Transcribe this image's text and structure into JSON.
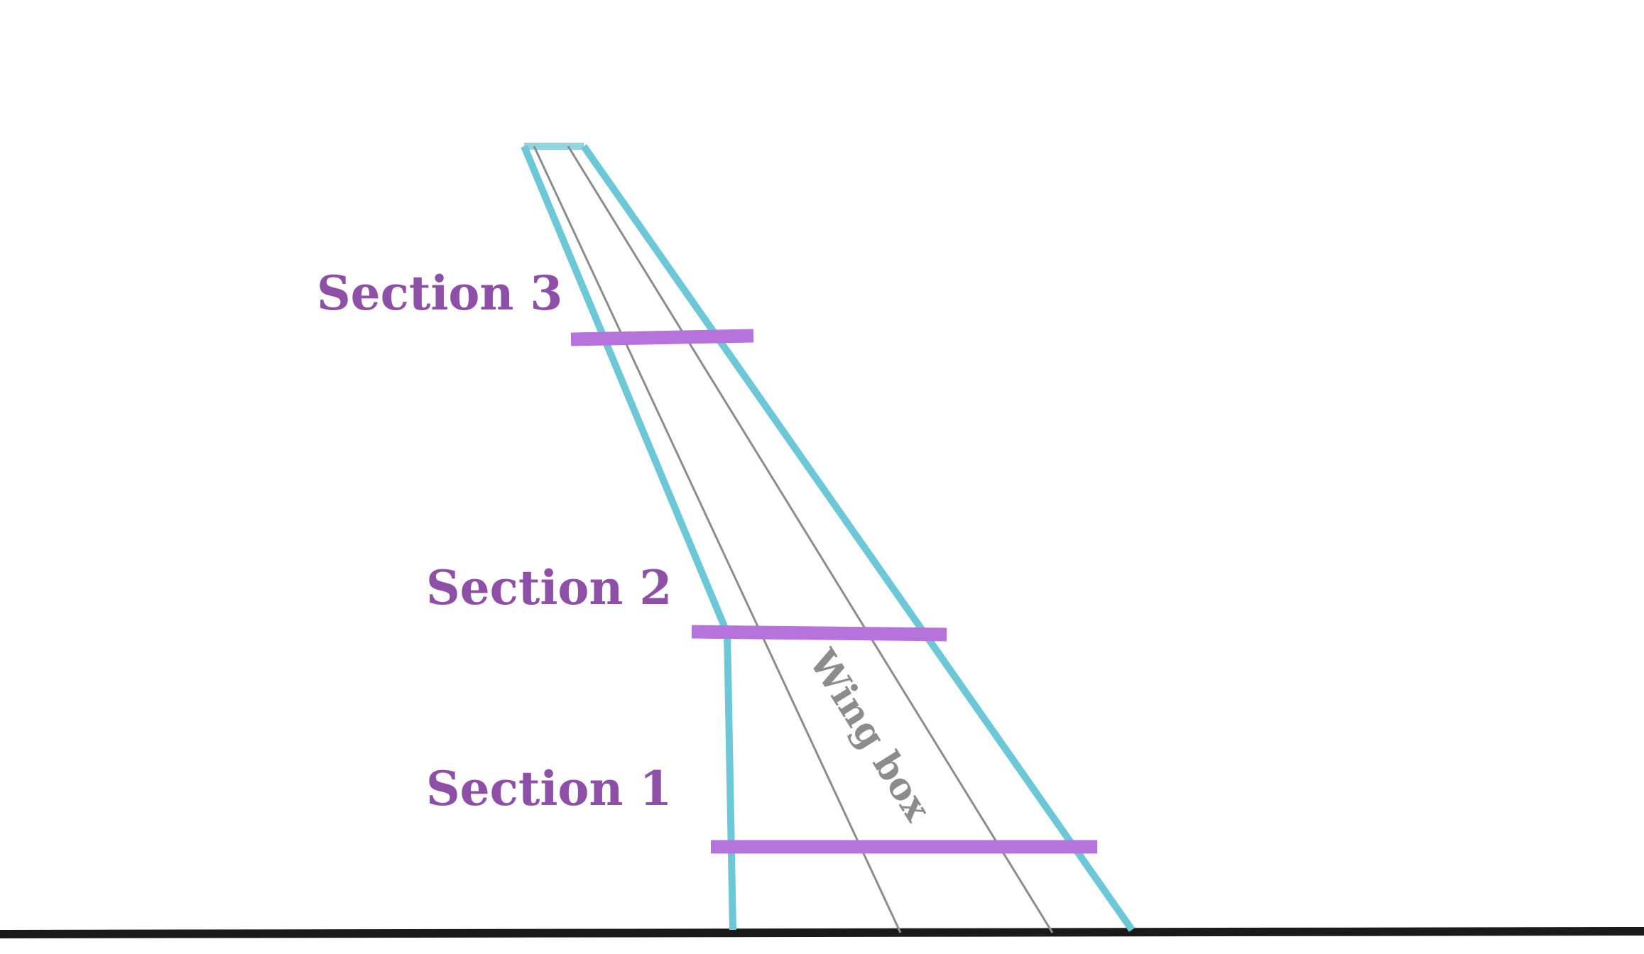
{
  "labels": {
    "section_3": "Section 3",
    "section_2": "Section 2",
    "section_1": "Section 1",
    "wing_box": "Wing box"
  },
  "colors": {
    "wing_outline": "#6cc8d7",
    "wing_tip": "#93d4e0",
    "section_cut": "#b673db",
    "section_text": "#8e4fa6",
    "wing_box_line": "#8c8c8c",
    "wing_box_text": "#8c8c8c",
    "ground": "#1a1a1a"
  }
}
